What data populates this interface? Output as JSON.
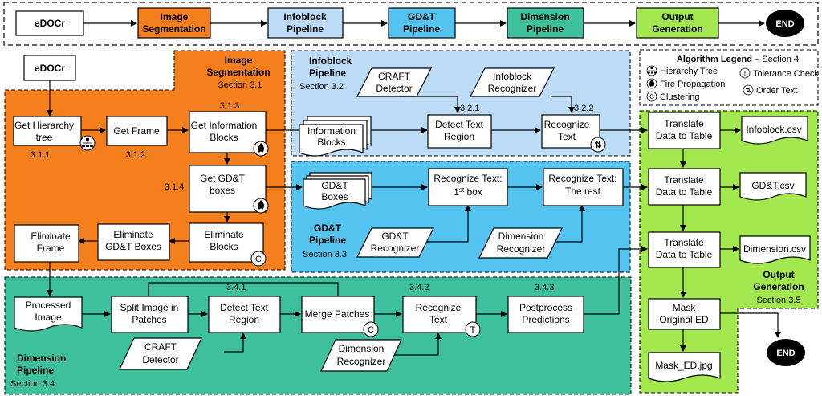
{
  "top_flow": {
    "edocr": "eDOCr",
    "image_seg": [
      "Image",
      "Segmentation"
    ],
    "infoblock": [
      "Infoblock",
      "Pipeline"
    ],
    "gdt": [
      "GD&T",
      "Pipeline"
    ],
    "dimension": [
      "Dimension",
      "Pipeline"
    ],
    "output": [
      "Output",
      "Generation"
    ],
    "end": "END"
  },
  "colors": {
    "orange": "#f57f1d",
    "light_blue": "#bcdcf8",
    "blue": "#55c3ef",
    "teal": "#3fc09d",
    "green": "#a4e84f",
    "black": "#000000"
  },
  "image_segmentation": {
    "title": [
      "Image",
      "Segmentation"
    ],
    "section": "Section 3.1",
    "edocr": "eDOCr",
    "hierarchy": [
      "Get Hierarchy",
      "tree"
    ],
    "num_311": "3.1.1",
    "frame": "Get Frame",
    "num_312": "3.1.2",
    "num_313": "3.1.3",
    "info_blocks": [
      "Get Information",
      "Blocks"
    ],
    "num_314": "3.1.4",
    "gdt_boxes": [
      "Get GD&T",
      "boxes"
    ],
    "elim_blocks": [
      "Eliminate",
      "Blocks"
    ],
    "elim_gdt": [
      "Eliminate",
      "GD&T Boxes"
    ],
    "elim_frame": [
      "Eliminate",
      "Frame"
    ]
  },
  "infoblock_pipeline": {
    "title": [
      "Infoblock",
      "Pipeline"
    ],
    "section": "Section 3.2",
    "craft": [
      "CRAFT",
      "Detector"
    ],
    "recognizer": [
      "Infoblock",
      "Recognizer"
    ],
    "info_blocks": [
      "Information",
      "Blocks"
    ],
    "num_321": "3.2.1",
    "detect": [
      "Detect Text",
      "Region"
    ],
    "num_322": "3.2.2",
    "recognize": [
      "Recognize",
      "Text"
    ]
  },
  "gdt_pipeline": {
    "title": [
      "GD&T",
      "Pipeline"
    ],
    "section": "Section 3.3",
    "boxes": [
      "GD&T",
      "Boxes"
    ],
    "first_box": [
      "Recognize Text:",
      "1",
      "st",
      " box"
    ],
    "rest": [
      "Recognize Text:",
      "The rest"
    ],
    "gdt_recognizer": [
      "GD&T",
      "Recognizer"
    ],
    "dim_recognizer": [
      "Dimension",
      "Recognizer"
    ]
  },
  "output_generation": {
    "title": [
      "Output",
      "Generation"
    ],
    "section": "Section 3.5",
    "translate": [
      "Translate",
      "Data to Table"
    ],
    "infoblock_csv": "Infoblock.csv",
    "gdt_csv": "GD&T.csv",
    "dimension_csv": "Dimension.csv",
    "mask": [
      "Mask",
      "Original ED"
    ],
    "mask_jpg": "Mask_ED.jpg",
    "end": "END"
  },
  "dimension_pipeline": {
    "title": [
      "Dimension",
      "Pipeline"
    ],
    "section": "Section 3.4",
    "processed": [
      "Processed",
      "Image"
    ],
    "split": [
      "Split Image in",
      "Patches"
    ],
    "num_341": "3.4.1",
    "detect": [
      "Detect Text",
      "Region"
    ],
    "merge": "Merge Patches",
    "num_342": "3.4.2",
    "recognize": [
      "Recognize",
      "Text"
    ],
    "num_343": "3.4.3",
    "postprocess": [
      "Postprocess",
      "Predictions"
    ],
    "craft": [
      "CRAFT",
      "Detector"
    ],
    "dim_recognizer": [
      "Dimension",
      "Recognizer"
    ]
  },
  "legend": {
    "title_bold": "Algorithm Legend",
    "title_rest": " – Section 4",
    "hierarchy": "Hierarchy Tree",
    "fire": "Fire Propagation",
    "cluster": "Clustering",
    "tolerance": "Tolerance Check",
    "order": "Order Text",
    "c_symbol": "C",
    "t_symbol": "T"
  }
}
